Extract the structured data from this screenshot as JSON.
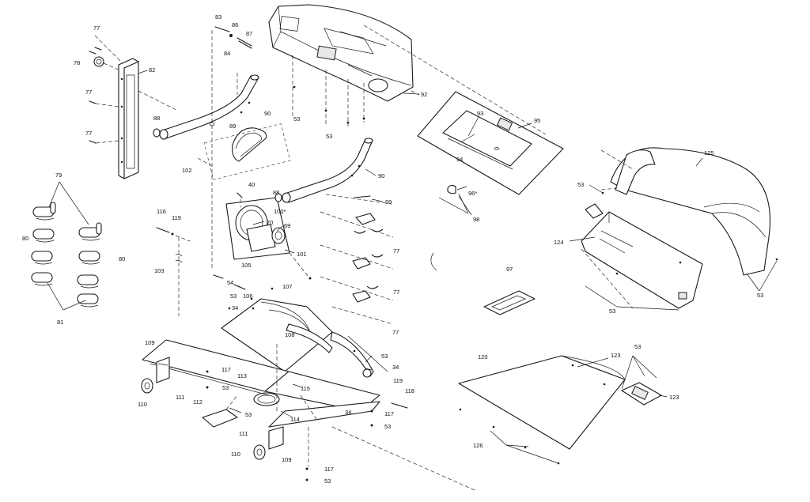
{
  "diagram": {
    "callouts": [
      {
        "id": "l77a",
        "text": "77"
      },
      {
        "id": "l78",
        "text": "78"
      },
      {
        "id": "l82",
        "text": "82"
      },
      {
        "id": "l77b",
        "text": "77"
      },
      {
        "id": "l77c",
        "text": "77"
      },
      {
        "id": "l88a",
        "text": "88"
      },
      {
        "id": "l83",
        "text": "83"
      },
      {
        "id": "l86",
        "text": "86"
      },
      {
        "id": "l87",
        "text": "87"
      },
      {
        "id": "l84",
        "text": "84"
      },
      {
        "id": "l90a",
        "text": "90"
      },
      {
        "id": "l89",
        "text": "89"
      },
      {
        "id": "l102",
        "text": "102"
      },
      {
        "id": "l53a",
        "text": "53"
      },
      {
        "id": "l53b",
        "text": "53"
      },
      {
        "id": "l92",
        "text": "92"
      },
      {
        "id": "l93",
        "text": "93"
      },
      {
        "id": "l95",
        "text": "95"
      },
      {
        "id": "l94",
        "text": "94"
      },
      {
        "id": "l125",
        "text": "125"
      },
      {
        "id": "l53c",
        "text": "53"
      },
      {
        "id": "l79",
        "text": "79"
      },
      {
        "id": "l80a",
        "text": "80"
      },
      {
        "id": "l80b",
        "text": "80"
      },
      {
        "id": "l81",
        "text": "81"
      },
      {
        "id": "l116",
        "text": "116"
      },
      {
        "id": "l119a",
        "text": "119"
      },
      {
        "id": "l103",
        "text": "103"
      },
      {
        "id": "l40",
        "text": "40"
      },
      {
        "id": "l88b",
        "text": "88"
      },
      {
        "id": "l100",
        "text": "100*"
      },
      {
        "id": "l70",
        "text": "70"
      },
      {
        "id": "l69",
        "text": "69"
      },
      {
        "id": "l101",
        "text": "101"
      },
      {
        "id": "l90b",
        "text": "90"
      },
      {
        "id": "l99",
        "text": "99"
      },
      {
        "id": "l96",
        "text": "96*"
      },
      {
        "id": "l98",
        "text": "98"
      },
      {
        "id": "l105",
        "text": "105"
      },
      {
        "id": "l54",
        "text": "54"
      },
      {
        "id": "l107",
        "text": "107"
      },
      {
        "id": "l106",
        "text": "106"
      },
      {
        "id": "l53d",
        "text": "53"
      },
      {
        "id": "l34a",
        "text": "34"
      },
      {
        "id": "l77d",
        "text": "77"
      },
      {
        "id": "l77e",
        "text": "77"
      },
      {
        "id": "l77f",
        "text": "77"
      },
      {
        "id": "l97",
        "text": "97"
      },
      {
        "id": "l124",
        "text": "124"
      },
      {
        "id": "l53e",
        "text": "53"
      },
      {
        "id": "l53f",
        "text": "53"
      },
      {
        "id": "l109a",
        "text": "109"
      },
      {
        "id": "l108",
        "text": "108"
      },
      {
        "id": "l53g",
        "text": "53"
      },
      {
        "id": "l117a",
        "text": "117"
      },
      {
        "id": "l113",
        "text": "113"
      },
      {
        "id": "l53h",
        "text": "53"
      },
      {
        "id": "l34b",
        "text": "34"
      },
      {
        "id": "l110a",
        "text": "110"
      },
      {
        "id": "l111a",
        "text": "111"
      },
      {
        "id": "l115",
        "text": "115"
      },
      {
        "id": "l119b",
        "text": "119"
      },
      {
        "id": "l118",
        "text": "118"
      },
      {
        "id": "l112",
        "text": "112"
      },
      {
        "id": "l53i",
        "text": "53"
      },
      {
        "id": "l34c",
        "text": "34"
      },
      {
        "id": "l117b",
        "text": "117"
      },
      {
        "id": "l114",
        "text": "114"
      },
      {
        "id": "l53j",
        "text": "53"
      },
      {
        "id": "l111b",
        "text": "111"
      },
      {
        "id": "l110b",
        "text": "110"
      },
      {
        "id": "l109b",
        "text": "109"
      },
      {
        "id": "l117c",
        "text": "117"
      },
      {
        "id": "l53k",
        "text": "53"
      },
      {
        "id": "l120",
        "text": "120"
      },
      {
        "id": "l123a",
        "text": "123"
      },
      {
        "id": "l53l",
        "text": "53"
      },
      {
        "id": "l123b",
        "text": "123"
      },
      {
        "id": "l126",
        "text": "126"
      }
    ]
  }
}
